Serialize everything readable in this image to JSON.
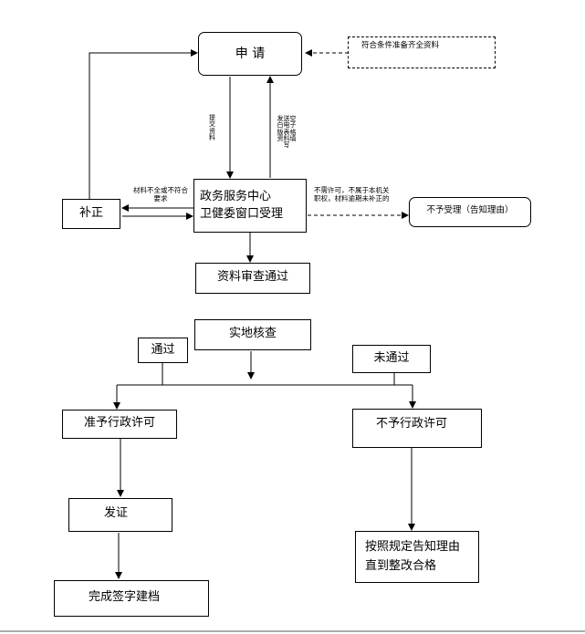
{
  "nodes": {
    "apply": "申 请",
    "prepare": "符合条件准备齐全资料",
    "window": [
      "政务服务中心",
      "卫健委窗口受理"
    ],
    "supplement": "补正",
    "reject": "不予受理（告知理由）",
    "review": "资料审查通过",
    "inspect": "实地核查",
    "pass": "通过",
    "fail": "未通过",
    "approve": "准予行政许可",
    "deny": "不予行政许可",
    "certify": "发证",
    "archive": "完成签字建档",
    "rectify": [
      "按照规定告知理由",
      "直到整改合格"
    ]
  },
  "edge_labels": {
    "submit": "提交资料",
    "send_form": [
      "发送空",
      "白电子",
      "版表格",
      "资料填",
      "写"
    ],
    "incomplete": [
      "材料不全或不符合",
      "要求"
    ],
    "not_permit": [
      "不需许可，不属于本机关",
      "职权，材料逾期未补正的"
    ]
  },
  "colors": {
    "line": "#000000",
    "background": "#ffffff"
  }
}
